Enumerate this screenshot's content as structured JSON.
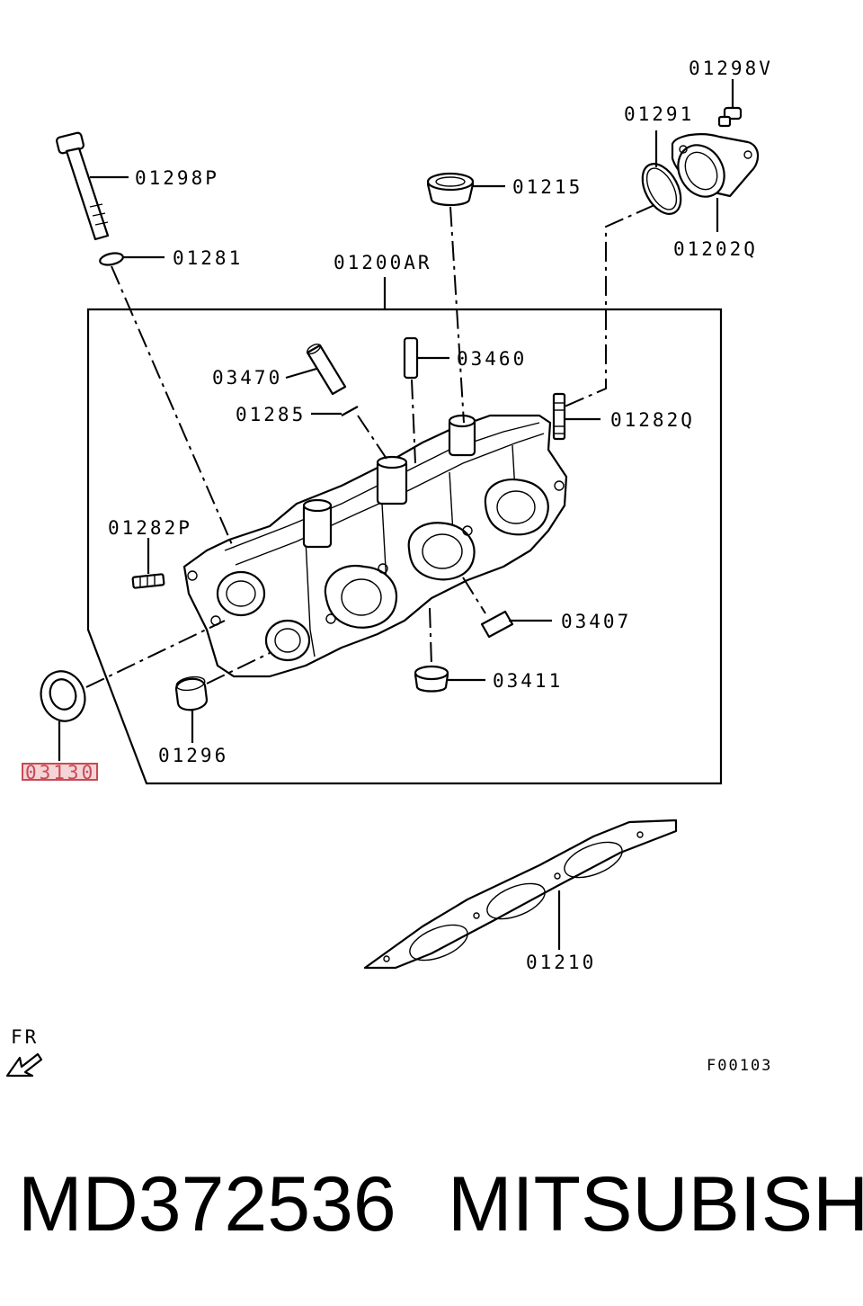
{
  "parts": {
    "p01298V": "01298V",
    "p01291": "01291",
    "p01298P": "01298P",
    "p01215": "01215",
    "p01202Q": "01202Q",
    "p01281": "01281",
    "p01200AR": "01200AR",
    "p03470": "03470",
    "p03460": "03460",
    "p01285": "01285",
    "p01282Q": "01282Q",
    "p01282P": "01282P",
    "p03407": "03407",
    "p03411": "03411",
    "p01296": "01296",
    "p03130": "03130",
    "p01210": "01210"
  },
  "front_label": "FR",
  "figure_code": "F00103",
  "caption": {
    "part_number": "MD372536",
    "brand": "MITSUBISHI"
  },
  "highlight_color": "#c84a55"
}
